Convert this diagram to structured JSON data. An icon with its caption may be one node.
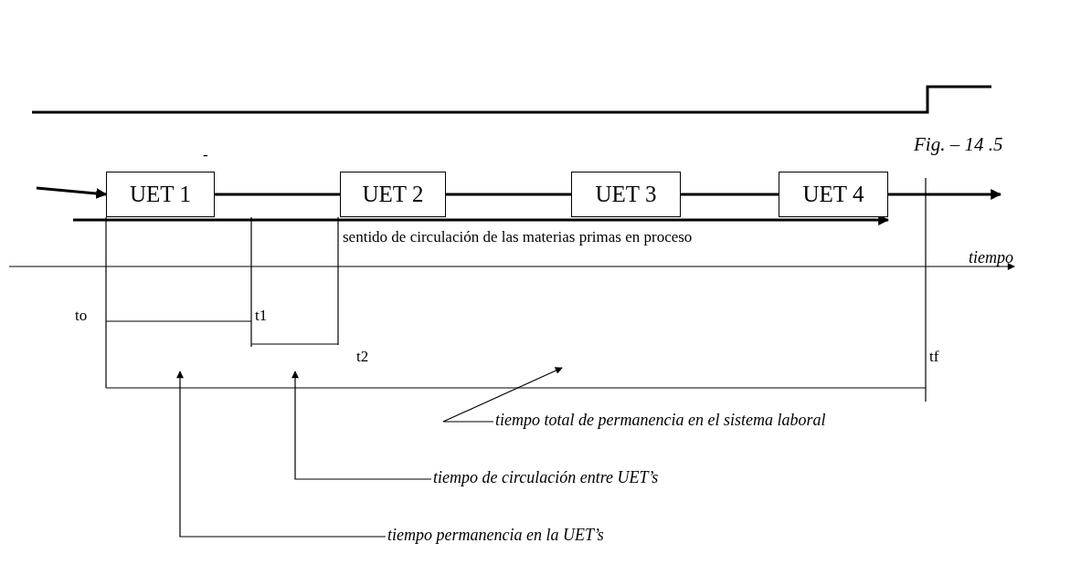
{
  "diagram": {
    "nodes": [
      {
        "text": [
          "UET 1"
        ]
      },
      {
        "text": [
          "UET 2"
        ]
      },
      {
        "text": [
          "UET 3"
        ]
      },
      {
        "text": [
          "UET 4"
        ]
      },
      {
        "text": [
          "tiempo total de permanencia en el sistema laboral"
        ]
      },
      {
        "text": [
          "tiempo de circulación entre UET’s"
        ]
      },
      {
        "text": [
          "tiempo permanencia en la UET’s"
        ]
      }
    ],
    "edges": [
      {
        "from": null,
        "to": 0,
        "arrow": "to"
      },
      {
        "from": 0,
        "to": 1,
        "arrow": "none"
      },
      {
        "from": 1,
        "to": 2,
        "arrow": "none"
      },
      {
        "from": 2,
        "to": 3,
        "arrow": "none"
      },
      {
        "from": 3,
        "to": null,
        "arrow": "to"
      },
      {
        "from": 4,
        "to": null,
        "arrow": "to"
      },
      {
        "from": 5,
        "to": null,
        "arrow": "to"
      },
      {
        "from": 6,
        "to": null,
        "arrow": "to"
      }
    ],
    "labels": [
      "Fig. – 14 .5",
      "-",
      "sentido de circulación de las materias primas en proceso",
      "tiempo",
      "to",
      "t1",
      "t2",
      "tf"
    ]
  }
}
